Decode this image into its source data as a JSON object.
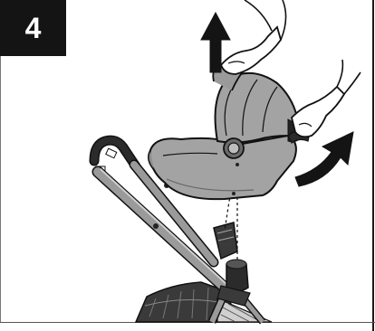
{
  "step": {
    "number": "4"
  },
  "illustration": {
    "subject": "infant-car-seat-lifted-off-stroller-adapter",
    "arrows": [
      "lift-up-arrow",
      "rotate-release-arrow"
    ],
    "colors": {
      "seat_fill": "#a3a3a3",
      "frame_fill": "#8c8c8c",
      "dark_fill": "#2b2b2b",
      "outline": "#111111",
      "arrow": "#141414"
    }
  }
}
